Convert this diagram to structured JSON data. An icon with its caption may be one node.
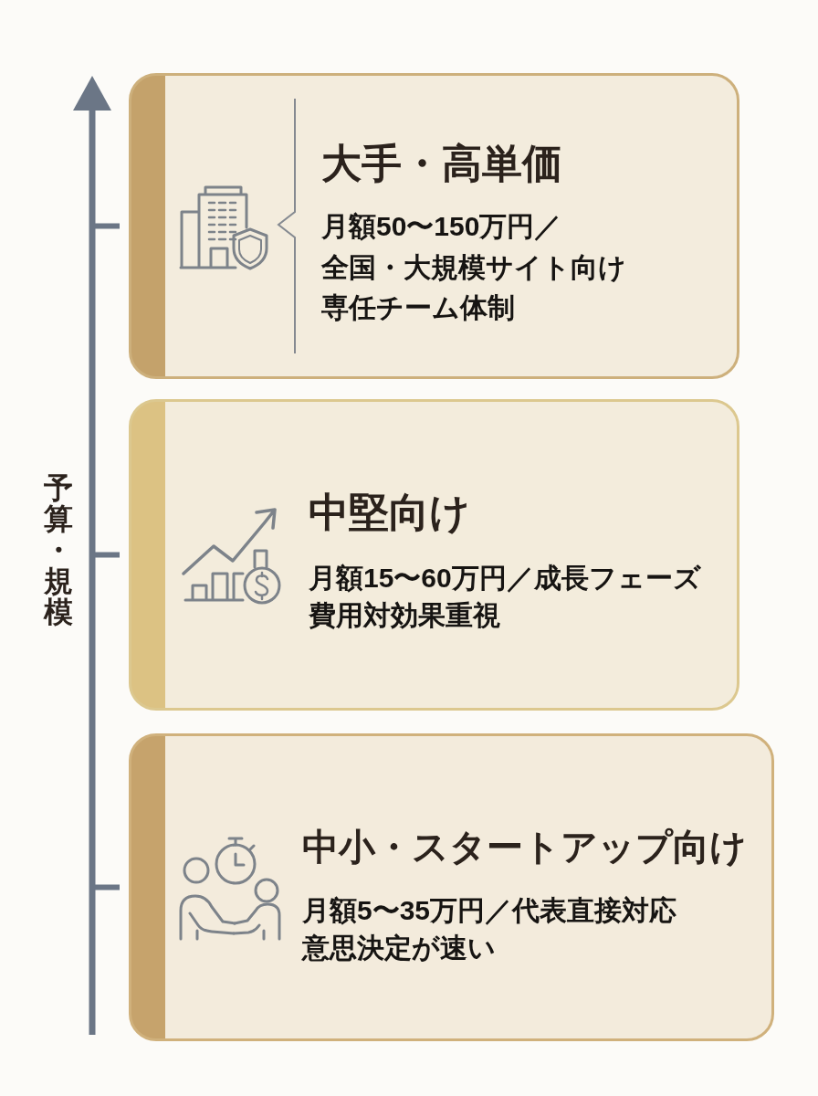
{
  "diagram": {
    "nodes": [
      {
        "text": [
          "大手・高単価",
          "月額50〜150万円／全国・大規模サイト向け",
          "専任チーム体制"
        ]
      },
      {
        "text": [
          "中堅向け",
          "月額15〜60万円／成長フェーズ",
          "費用対効果重視"
        ]
      },
      {
        "text": [
          "中小・スタートアップ向け",
          "月額5〜35万円／代表直接対応",
          "意思決定が速い"
        ]
      }
    ],
    "labels": [
      "予算・規模"
    ]
  }
}
